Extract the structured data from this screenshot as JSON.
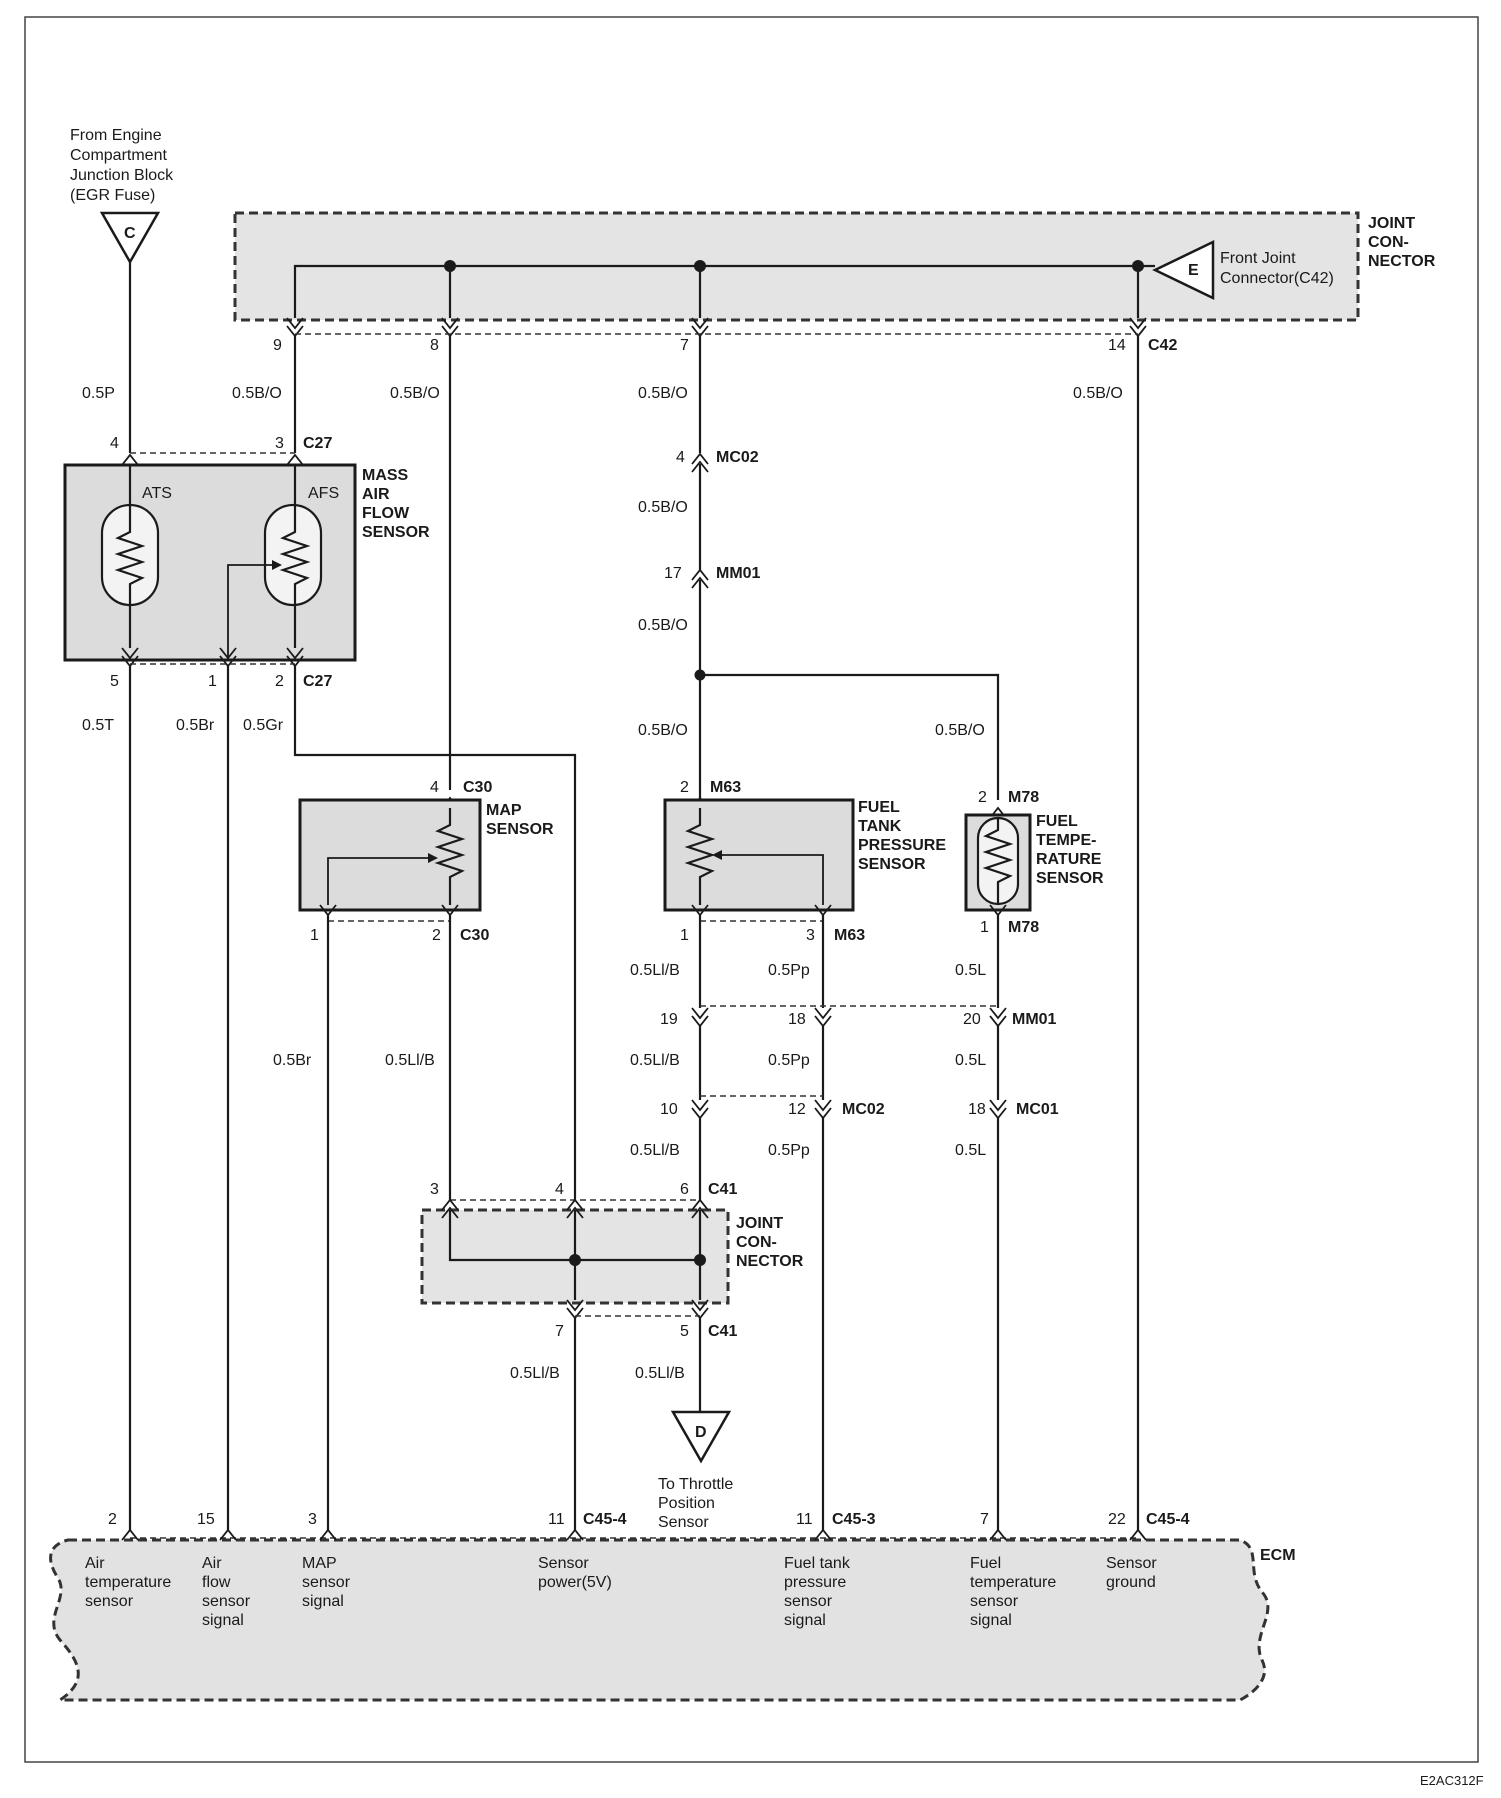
{
  "source": {
    "label": [
      "From Engine",
      "Compartment",
      "Junction Block",
      "(EGR Fuse)"
    ],
    "tag": "C"
  },
  "joint_top": {
    "label": [
      "JOINT",
      "CON-",
      "NECTOR"
    ],
    "front_label": [
      "Front Joint",
      "Connector(C42)"
    ],
    "tag": "E",
    "pins": [
      "9",
      "8",
      "7",
      "14"
    ],
    "connector": "C42"
  },
  "wires": {
    "p05": "0.5P",
    "bo": "0.5B/O",
    "t": "0.5T",
    "br": "0.5Br",
    "gr": "0.5Gr",
    "lib": "0.5Ll/B",
    "pp": "0.5Pp",
    "l": "0.5L"
  },
  "maf": {
    "label": [
      "MASS",
      "AIR",
      "FLOW",
      "SENSOR"
    ],
    "ats": "ATS",
    "afs": "AFS",
    "connector": "C27",
    "pin_top_left": "4",
    "pin_top_right": "3",
    "pin_bottom_1": "5",
    "pin_bottom_2": "1",
    "pin_bottom_3": "2"
  },
  "connectors": {
    "mc02": "MC02",
    "mc02_pin_top": "4",
    "mm01": "MM01",
    "mm01_pin_top": "17",
    "mm01_pins": [
      "19",
      "18",
      "20"
    ],
    "mc02_pins": [
      "10",
      "12"
    ],
    "mc01": "MC01",
    "mc01_pin": "18"
  },
  "map": {
    "label": [
      "MAP",
      "SENSOR"
    ],
    "connector": "C30",
    "pin_top": "4",
    "pin_b1": "1",
    "pin_b2": "2"
  },
  "fuel_tank": {
    "label": [
      "FUEL",
      "TANK",
      "PRESSURE",
      "SENSOR"
    ],
    "connector": "M63",
    "pin_top": "2",
    "pin_b1": "1",
    "pin_b3": "3"
  },
  "fuel_temp": {
    "label": [
      "FUEL",
      "TEMPE-",
      "RATURE",
      "SENSOR"
    ],
    "connector": "M78",
    "pin_top": "2",
    "pin_bottom": "1"
  },
  "joint_mid": {
    "label": [
      "JOINT",
      "CON-",
      "NECTOR"
    ],
    "connector": "C41",
    "pins_top": [
      "3",
      "4",
      "6"
    ],
    "pins_bottom": [
      "7",
      "5"
    ]
  },
  "throttle": {
    "tag": "D",
    "label": [
      "To Throttle",
      "Position",
      "Sensor"
    ]
  },
  "ecm": {
    "label": "ECM",
    "pins": [
      "2",
      "15",
      "3",
      "11",
      "11",
      "7",
      "22"
    ],
    "conn_a": "C45-4",
    "conn_b": "C45-3",
    "conn_c": "C45-4",
    "signals": [
      [
        "Air",
        "temperature",
        "sensor"
      ],
      [
        "Air",
        "flow",
        "sensor",
        "signal"
      ],
      [
        "MAP",
        "sensor",
        "signal"
      ],
      [
        "Sensor",
        "power(5V)"
      ],
      [
        "Fuel tank",
        "pressure",
        "sensor",
        "signal"
      ],
      [
        "Fuel",
        "temperature",
        "sensor",
        "signal"
      ],
      [
        "Sensor",
        "ground"
      ]
    ]
  },
  "code": "E2AC312F"
}
